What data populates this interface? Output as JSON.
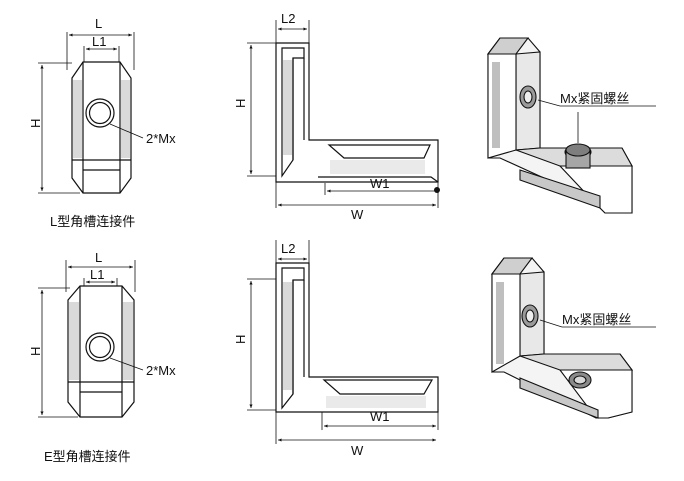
{
  "dims": {
    "L": "L",
    "L1": "L1",
    "L2": "L2",
    "H": "H",
    "W": "W",
    "W1": "W1",
    "holes": "2*Mx"
  },
  "screw_label": "Mx紧固螺丝",
  "captions": {
    "top": "L型角槽连接件",
    "bottom": "E型角槽连接件"
  }
}
